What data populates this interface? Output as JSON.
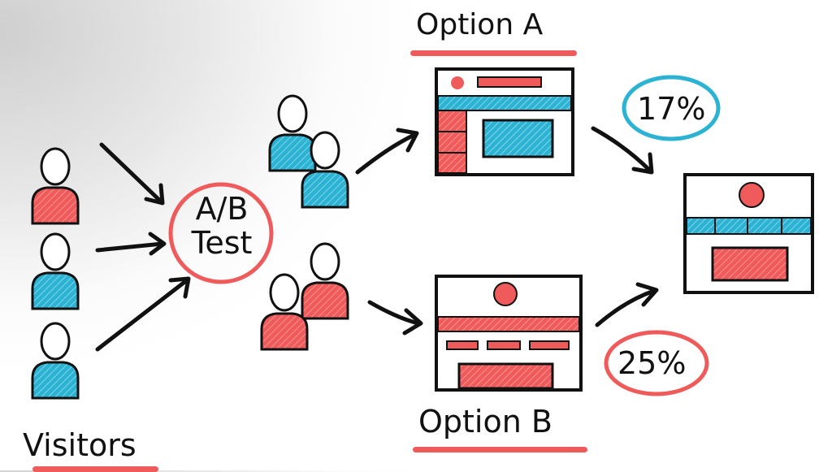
{
  "title_left": "Visitors",
  "center_label": {
    "line1": "A/B",
    "line2": "Test"
  },
  "option_a": {
    "label": "Option A",
    "rate": "17%"
  },
  "option_b": {
    "label": "Option B",
    "rate": "25%"
  },
  "colors": {
    "red": "#ef5b5b",
    "blue": "#2cb3d3",
    "ink": "#111111"
  }
}
